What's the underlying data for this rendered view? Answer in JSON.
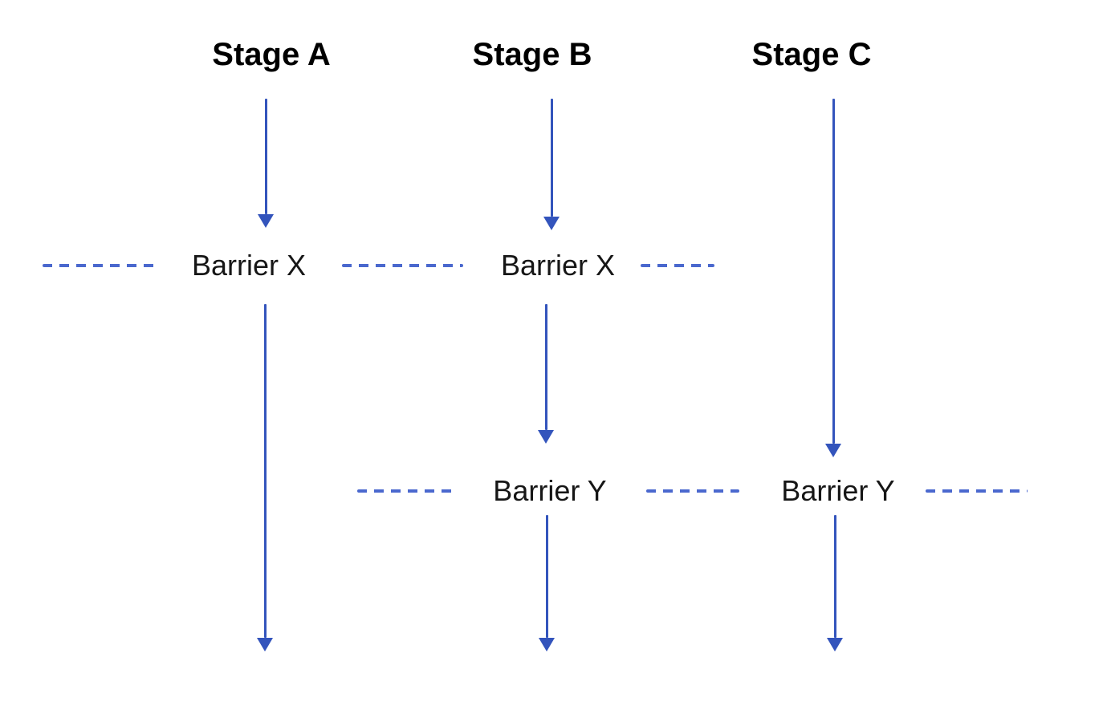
{
  "diagram": {
    "stages": [
      {
        "label": "Stage A"
      },
      {
        "label": "Stage B"
      },
      {
        "label": "Stage C"
      }
    ],
    "barrier_rows": [
      {
        "labels": [
          {
            "text": "Barrier X"
          },
          {
            "text": "Barrier X"
          }
        ]
      },
      {
        "labels": [
          {
            "text": "Barrier Y"
          },
          {
            "text": "Barrier Y"
          }
        ]
      }
    ],
    "colors": {
      "arrow": "#3354bc",
      "dash": "#4a68ce",
      "stage_text": "#000000",
      "barrier_text": "#161616",
      "background": "#ffffff"
    }
  }
}
